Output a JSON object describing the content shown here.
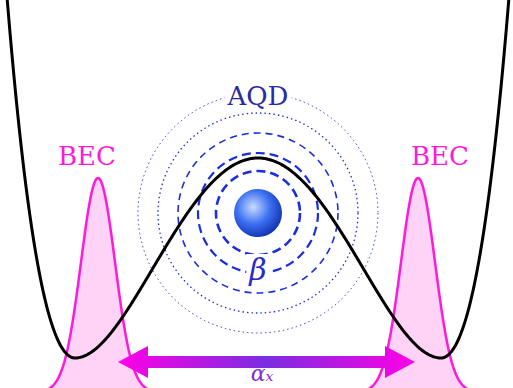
{
  "diagram": {
    "labels": [
      "AQD",
      "β",
      "BEC",
      "BEC",
      "αₓ"
    ]
  }
}
